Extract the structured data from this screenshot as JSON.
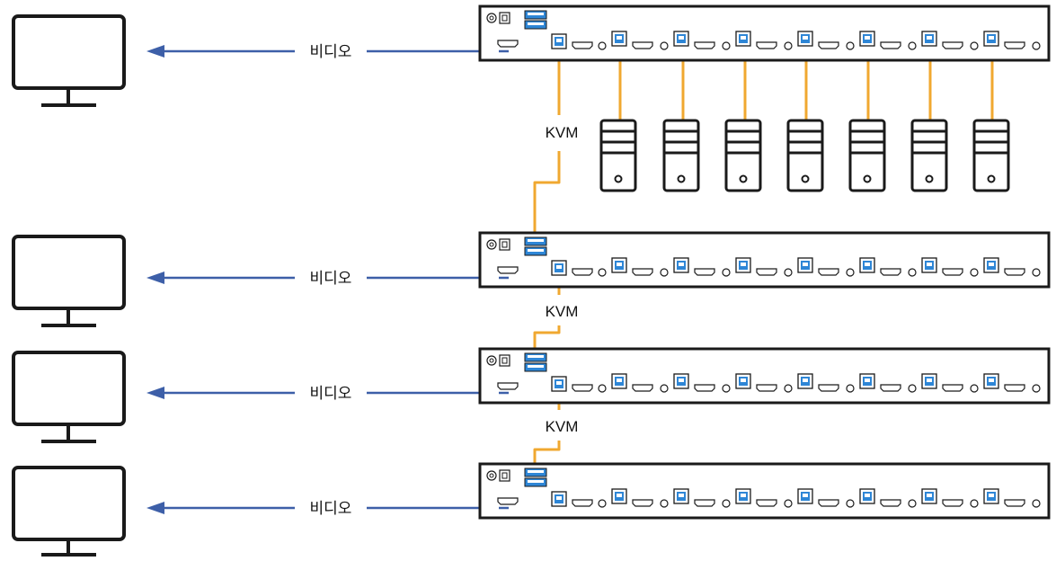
{
  "labels": {
    "video": "비디오",
    "kvm": "KVM"
  },
  "colors": {
    "outline": "#1a1a1a",
    "video_arrow": "#3d5fa8",
    "kvm_cable": "#f0a830",
    "port_blue": "#2e86d6",
    "background": "#ffffff"
  },
  "switches": [
    {
      "name": "switch-1",
      "video_label": "비디오"
    },
    {
      "name": "switch-2",
      "video_label": "비디오"
    },
    {
      "name": "switch-3",
      "video_label": "비디오"
    },
    {
      "name": "switch-4",
      "video_label": "비디오"
    }
  ],
  "kvm_links": [
    "KVM",
    "KVM",
    "KVM"
  ],
  "computers_count": 7,
  "icons": [
    "monitor-icon",
    "kvm-switch-icon",
    "computer-tower-icon",
    "usb-port-icon",
    "hdmi-port-icon",
    "arrow-left-icon"
  ]
}
